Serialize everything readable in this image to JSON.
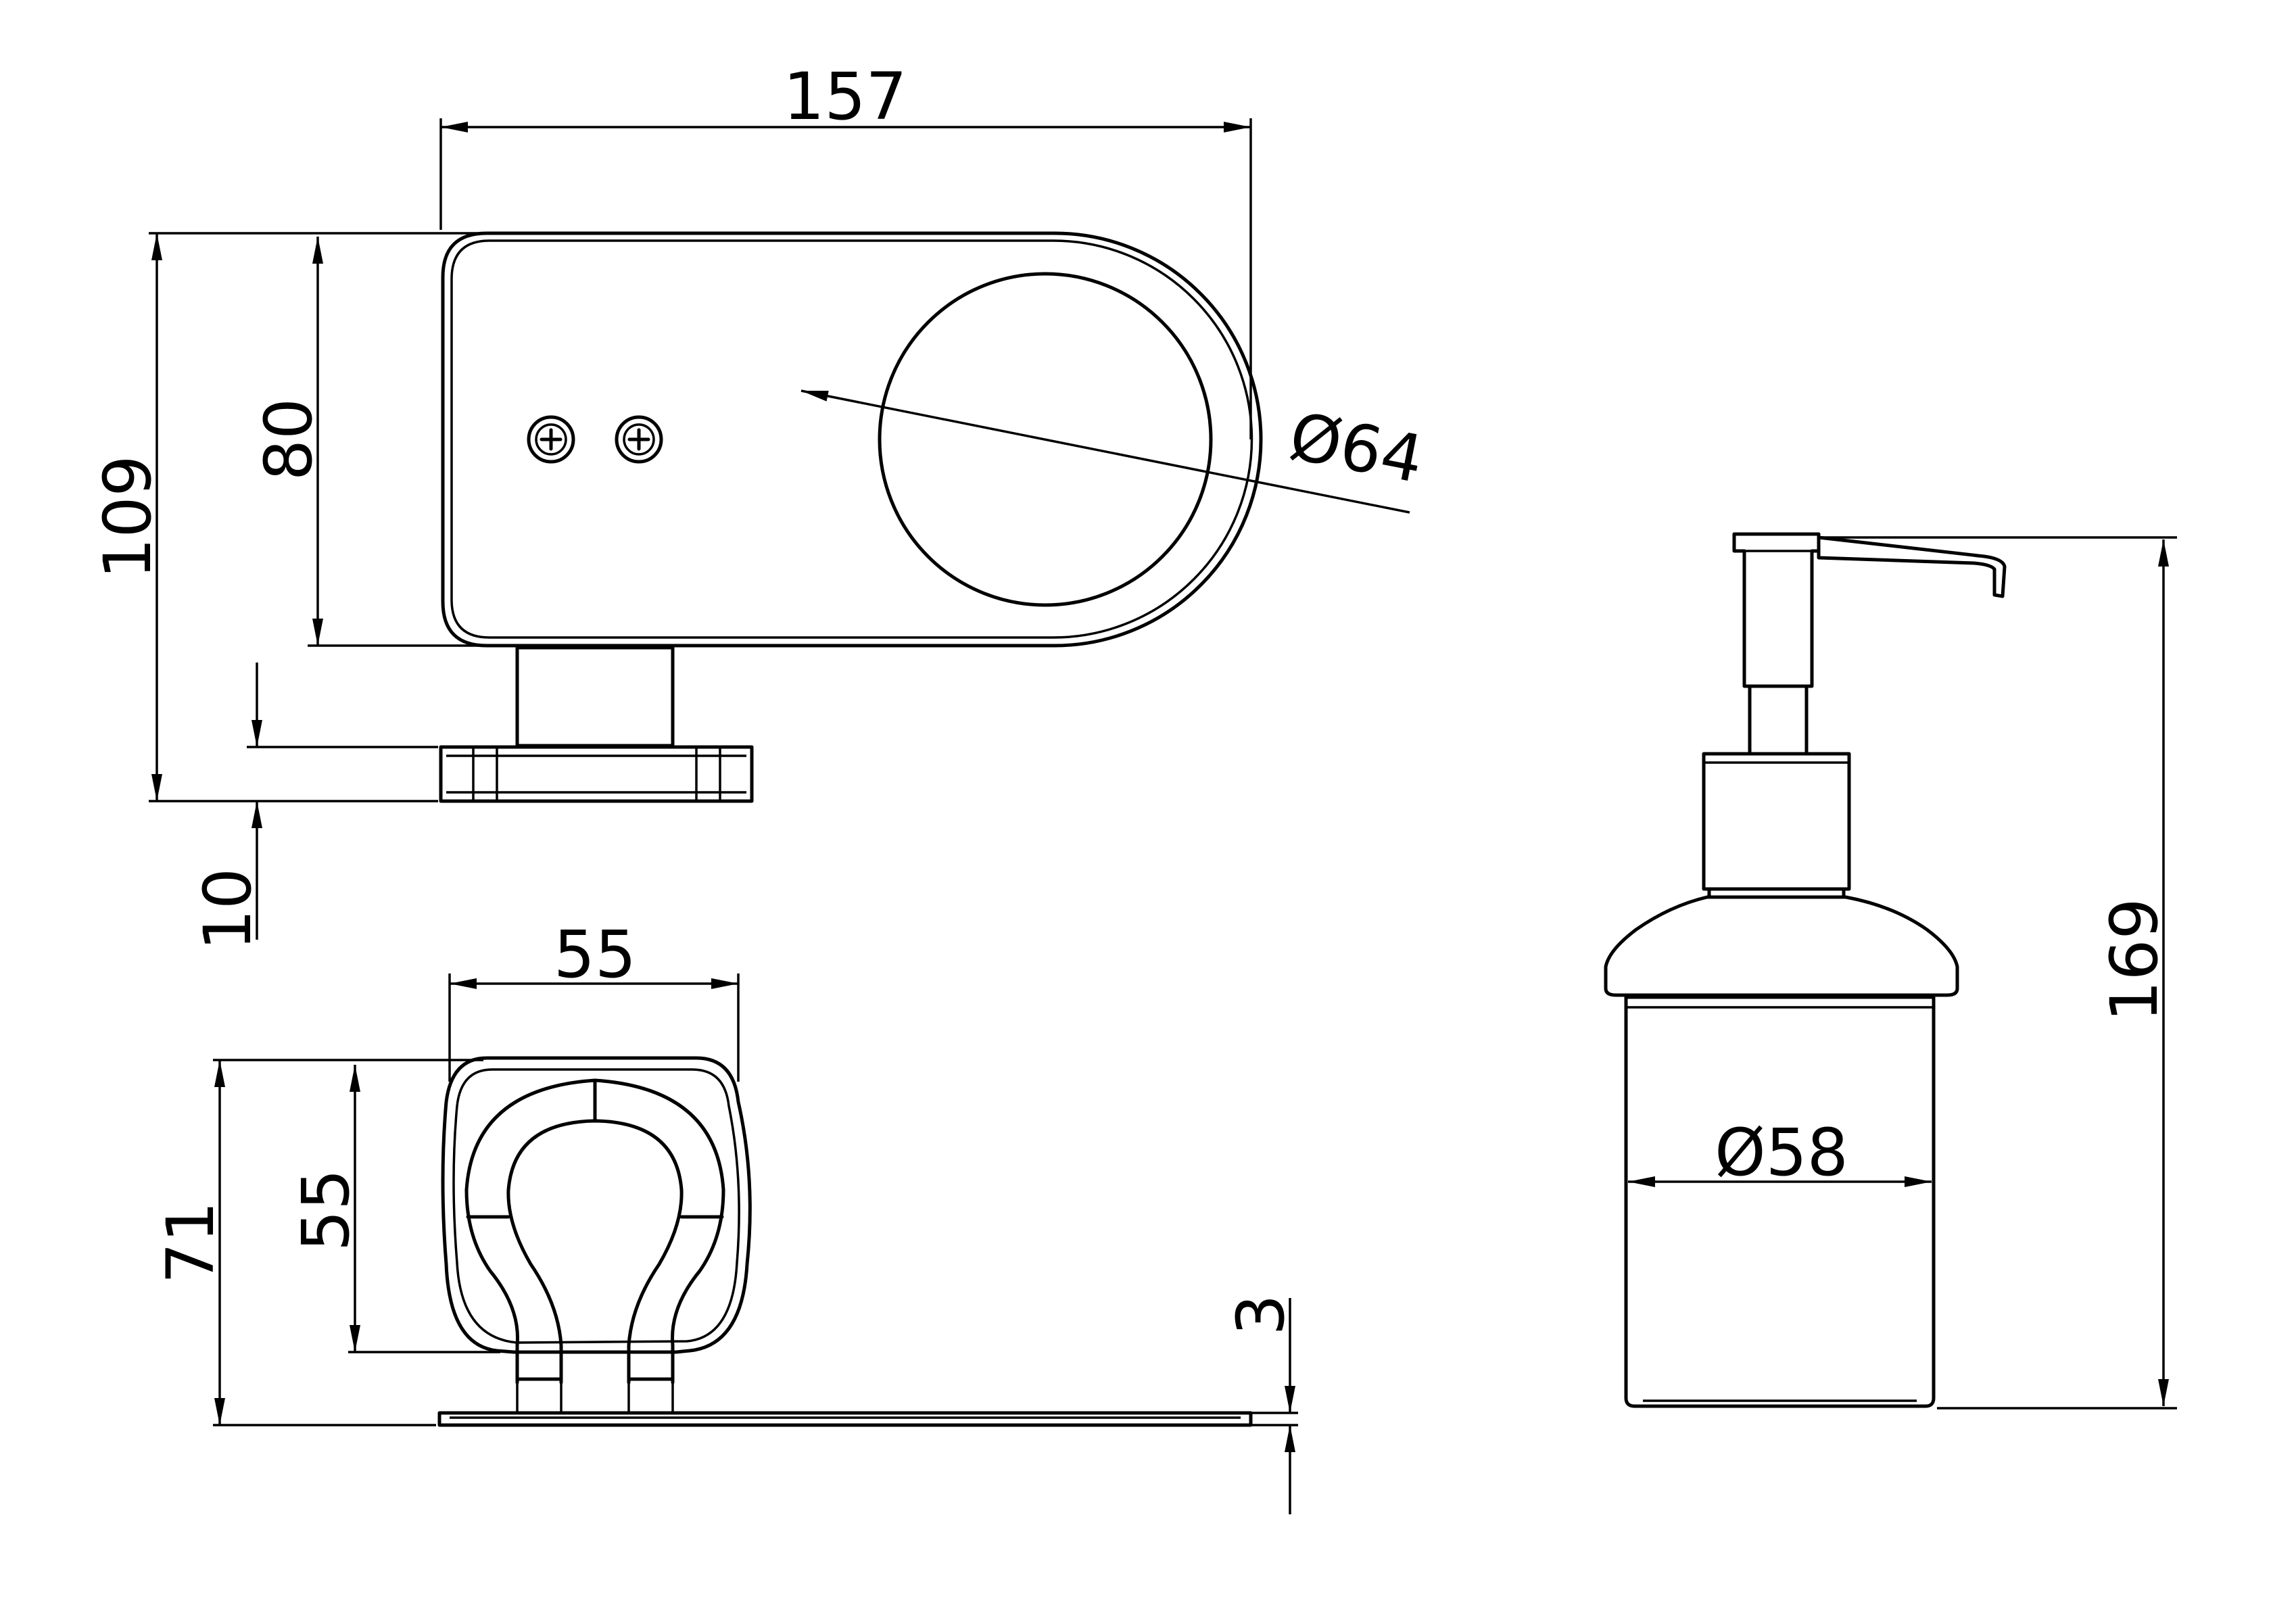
{
  "dimensions": {
    "top_view": {
      "width": "157",
      "overall_height": "109",
      "body_height": "80",
      "base_thickness": "10",
      "opening_diameter": "Ø64"
    },
    "side_view": {
      "width": "55",
      "overall_height": "71",
      "inner_height": "55",
      "plate_thickness": "3"
    },
    "dispenser": {
      "height": "169",
      "diameter": "Ø58"
    }
  },
  "colors": {
    "line": "#000000",
    "background": "#ffffff"
  }
}
